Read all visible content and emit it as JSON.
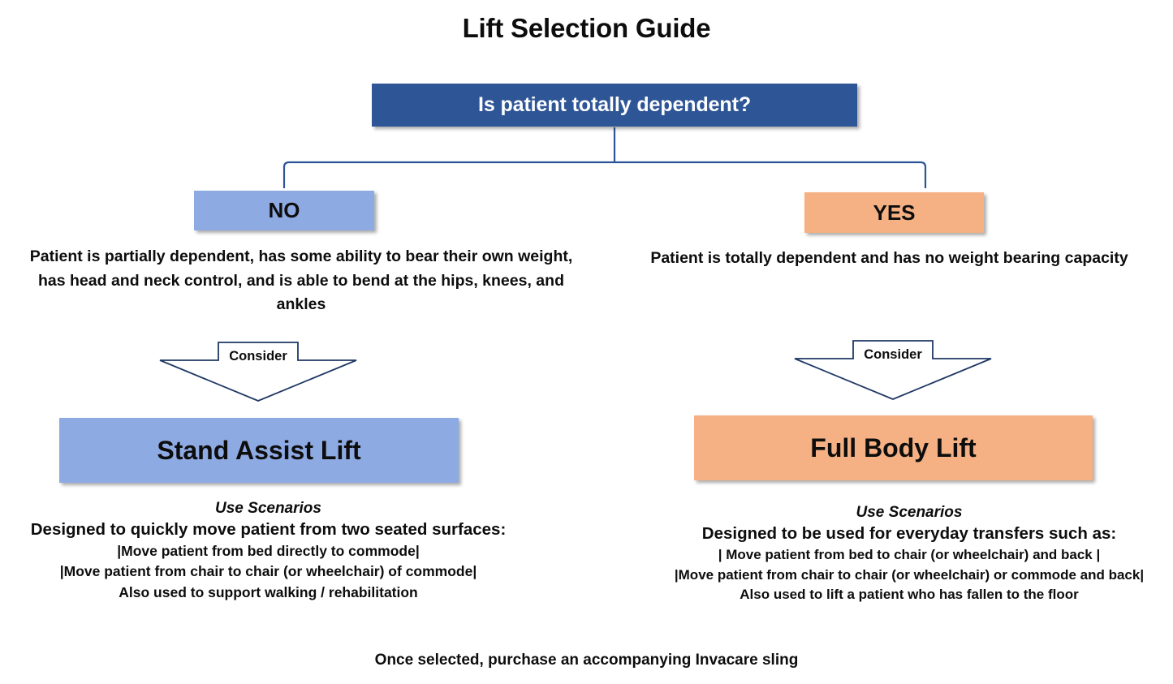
{
  "title": "Lift Selection Guide",
  "decision": {
    "question": "Is patient totally dependent?"
  },
  "branches": {
    "no": {
      "label": "NO",
      "description": "Patient is partially dependent, has some ability to bear their own weight, has head and neck control, and is able to bend at the hips, knees, and ankles",
      "consider_label": "Consider",
      "product": "Stand Assist Lift",
      "scenarios": {
        "heading": "Use Scenarios",
        "subheading": "Designed to quickly move patient from two seated surfaces:",
        "lines": [
          "|Move patient from bed directly to commode|",
          "|Move patient from chair to chair (or wheelchair) of commode|",
          "Also used to support walking / rehabilitation"
        ]
      }
    },
    "yes": {
      "label": "YES",
      "description": "Patient is totally dependent and has no weight bearing capacity",
      "consider_label": "Consider",
      "product": "Full Body Lift",
      "scenarios": {
        "heading": "Use Scenarios",
        "subheading": "Designed to be used for everyday transfers such as:",
        "lines": [
          "| Move patient from bed to chair (or wheelchair) and back |",
          "|Move patient from chair to chair (or wheelchair) or commode and back|",
          "Also used to lift a patient who has fallen to the floor"
        ]
      }
    }
  },
  "footer": "Once selected, purchase an accompanying Invacare sling",
  "colors": {
    "decision_blue": "#2e5596",
    "light_blue": "#8eaae2",
    "orange": "#f5b183",
    "connector_navy": "#2e5596",
    "text_black": "#0d0d0d",
    "background": "#ffffff"
  }
}
